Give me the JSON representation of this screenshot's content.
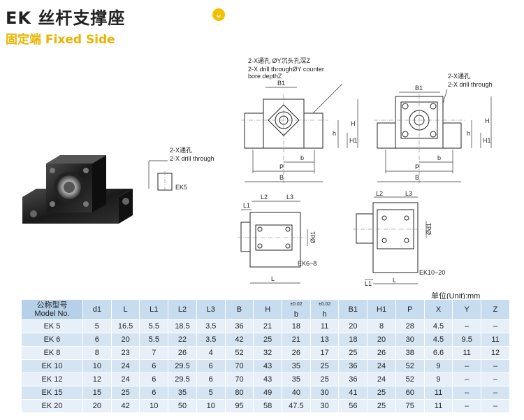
{
  "header": {
    "title": "EK 丝杆支撑座",
    "subtitle": "固定端 Fixed Side",
    "badge_icon": "chevron-down-circle-icon"
  },
  "drawings": {
    "note_top_cn": "2-X通孔 ØY沉头孔深Z",
    "note_top_en1": "2-X drill throughØY counter",
    "note_top_en2": "bore depthZ",
    "note_right_cn": "2-X通孔",
    "note_right_en": "2-X drill through",
    "note_mid_cn": "2-X通孔",
    "note_mid_en": "2-X drill through",
    "label_ek5": "EK5",
    "label_ek68": "EK6~8",
    "label_ek1020": "EK10~20",
    "dim_B1": "B1",
    "dim_b": "b",
    "dim_P": "P",
    "dim_B": "B",
    "dim_h": "h",
    "dim_H1": "H1",
    "dim_H": "H",
    "dim_L1": "L1",
    "dim_L2": "L2",
    "dim_L3": "L3",
    "dim_L": "L",
    "dim_d1": "Ød1"
  },
  "table": {
    "unit_label": "单位(Unit):mm",
    "model_header_cn": "公称型号",
    "model_header_en": "Model No.",
    "columns": [
      "d1",
      "L",
      "L1",
      "L2",
      "L3",
      "B",
      "H",
      "b",
      "h",
      "B1",
      "H1",
      "P",
      "X",
      "Y",
      "Z"
    ],
    "tolerance": "±0.02",
    "rows": [
      {
        "model": "EK  5",
        "values": [
          "5",
          "16.5",
          "5.5",
          "18.5",
          "3.5",
          "36",
          "21",
          "18",
          "11",
          "20",
          "8",
          "28",
          "4.5",
          "–",
          "–"
        ]
      },
      {
        "model": "EK  6",
        "values": [
          "6",
          "20",
          "5.5",
          "22",
          "3.5",
          "42",
          "25",
          "21",
          "13",
          "18",
          "20",
          "30",
          "4.5",
          "9.5",
          "11"
        ]
      },
      {
        "model": "EK  8",
        "values": [
          "8",
          "23",
          "7",
          "26",
          "4",
          "52",
          "32",
          "26",
          "17",
          "25",
          "26",
          "38",
          "6.6",
          "11",
          "12"
        ]
      },
      {
        "model": "EK  10",
        "values": [
          "10",
          "24",
          "6",
          "29.5",
          "6",
          "70",
          "43",
          "35",
          "25",
          "36",
          "24",
          "52",
          "9",
          "–",
          "–"
        ]
      },
      {
        "model": "EK  12",
        "values": [
          "12",
          "24",
          "6",
          "29.5",
          "6",
          "70",
          "43",
          "35",
          "25",
          "36",
          "24",
          "52",
          "9",
          "–",
          "–"
        ]
      },
      {
        "model": "EK  15",
        "values": [
          "15",
          "25",
          "6",
          "35",
          "5",
          "80",
          "49",
          "40",
          "30",
          "41",
          "25",
          "60",
          "11",
          "–",
          "–"
        ]
      },
      {
        "model": "EK  20",
        "values": [
          "20",
          "42",
          "10",
          "50",
          "10",
          "95",
          "58",
          "47.5",
          "30",
          "56",
          "25",
          "75",
          "11",
          "–",
          "–"
        ]
      }
    ]
  }
}
